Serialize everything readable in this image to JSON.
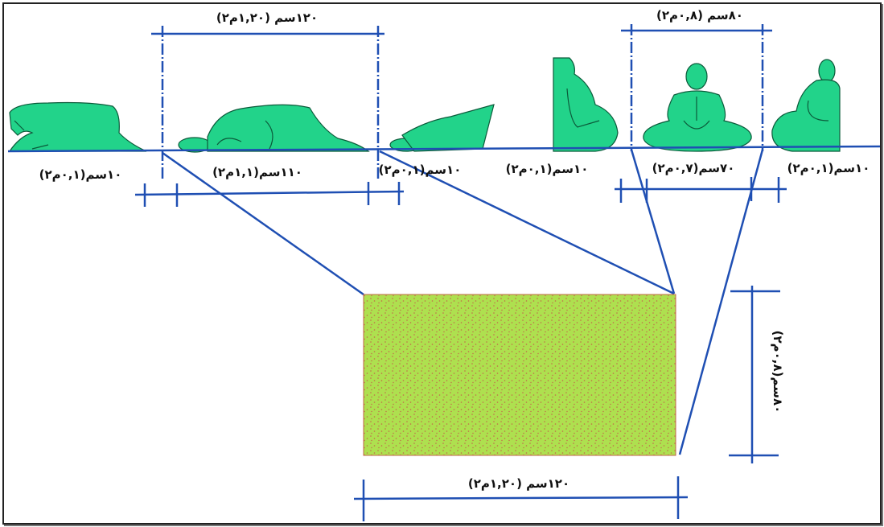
{
  "labels": {
    "top_left": "١٢٠سم (١,٢٠م٢)",
    "top_right": "٨٠سم (٠,٨م٢)",
    "row_1": "١٠سم(٠,١م٢)",
    "row_2": "١١٠سم(١,١م٢)",
    "row_3": "١٠سم(٠,١م٢)",
    "row_4": "١٠سم(٠,١م٢)",
    "row_5": "٧٠سم(٠,٧م٢)",
    "row_6": "١٠سم(٠,١م٢)",
    "side": "٨٠سم(٠,٨م٢)",
    "bottom": "١٢٠سم (١,٢٠م٢)"
  },
  "colors": {
    "figure": "#22d38a",
    "line": "#1f4fb3",
    "mat": "#aee04f",
    "dots": "#c2694a"
  },
  "figures": [
    "kneeling-figure-icon",
    "prostrating-figure-icon",
    "bowing-figure-icon",
    "sitting-side-figure-icon",
    "sitting-front-figure-icon",
    "sitting-side-figure-icon"
  ]
}
